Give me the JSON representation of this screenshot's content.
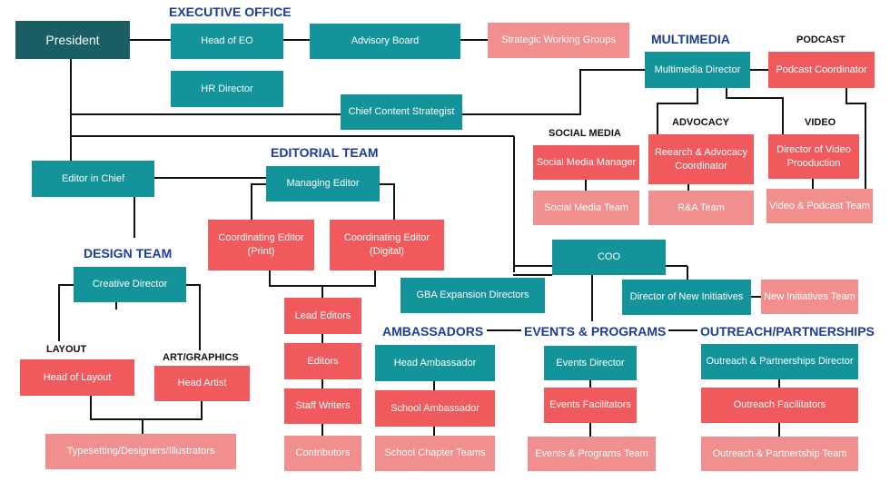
{
  "headings": {
    "executive_office": "EXECUTIVE OFFICE",
    "multimedia": "MULTIMEDIA",
    "podcast": "PODCAST",
    "social_media": "SOCIAL MEDIA",
    "advocacy": "ADVOCACY",
    "video": "VIDEO",
    "editorial_team": "EDITORIAL TEAM",
    "design_team": "DESIGN TEAM",
    "layout": "LAYOUT",
    "art_graphics": "ART/GRAPHICS",
    "ambassadors": "AMBASSADORS",
    "events_programs": "EVENTS & PROGRAMS",
    "outreach_partnerships": "OUTREACH/PARTNERSHIPS"
  },
  "roles": {
    "president": "President",
    "head_of_eo": "Head of EO",
    "advisory_board": "Advisory Board",
    "strategic_working_groups": "Strategic Working Groups",
    "hr_director": "HR Director",
    "chief_content_strategist": "Chief Content Strategist",
    "multimedia_director": "Multimedia Director",
    "podcast_coordinator": "Podcast Coordinator",
    "social_media_manager": "Social Media Manager",
    "social_media_team": "Social Media Team",
    "research_advocacy_coordinator": "Reearch & Advocacy Coordinator",
    "ra_team": "R&A Team",
    "director_of_video_production": "Director of Video Prooduction",
    "video_podcast_team": "Video & Podcast Team",
    "editor_in_chief": "Editor in Chief",
    "managing_editor": "Managing Editor",
    "coordinating_editor_print": "Coordinating Editor (Print)",
    "coordinating_editor_digital": "Coordinating Editor (Digital)",
    "lead_editors": "Lead Editors",
    "editors": "Editors",
    "staff_writers": "Staff Writers",
    "contributors": "Contributors",
    "creative_director": "Creative Director",
    "head_of_layout": "Head of Layout",
    "head_artist": "Head Artist",
    "typesetting": "Typesetting/Designers/Illustrators",
    "coo": "COO",
    "gba_expansion_directors": "GBA Expansion Directors",
    "director_of_new_initiatives": "Director of New Initiatives",
    "new_initiatives_team": "New Initiatives Team",
    "head_ambassador": "Head Ambassador",
    "school_ambassador": "School Ambassador",
    "school_chapter_teams": "School Chapter Teams",
    "events_director": "Events Director",
    "events_facilitators": "Events Facilitators",
    "events_programs_team": "Events & Programs Team",
    "outreach_partnerships_director": "Outreach & Partnerships Director",
    "outreach_facilitators": "Outreach Facilitators",
    "outreach_partnership_team": "Outreach & Partnertship Team"
  },
  "colors": {
    "president": "#185e64",
    "teal": "#13939a",
    "red": "#f15a5d",
    "pink": "#f08f8d",
    "heading": "#1c3c96",
    "connector": "#111111"
  }
}
